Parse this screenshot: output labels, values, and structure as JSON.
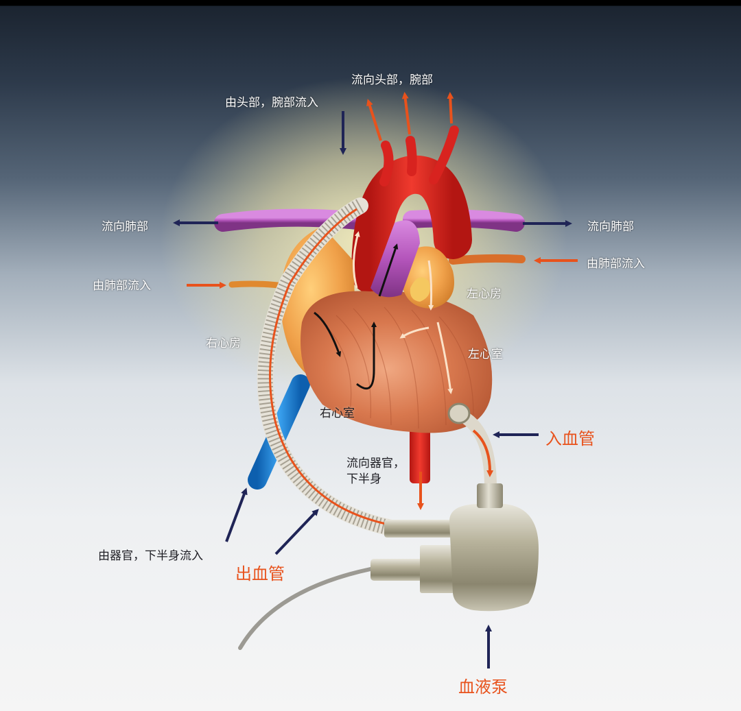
{
  "labels": {
    "to_head_arms": "流向头部，腕部",
    "from_head_arms": "由头部，腕部流入",
    "to_lungs_left": "流向肺部",
    "to_lungs_right": "流向肺部",
    "from_lungs_left": "由肺部流入",
    "from_lungs_right": "由肺部流入",
    "left_atrium": "左心房",
    "left_ventricle": "左心室",
    "right_atrium": "右心房",
    "right_ventricle": "右心室",
    "inflow_cannula": "入血管",
    "to_organs_lower_body": "流向器官，\n下半身",
    "from_organs_lower_body": "由器官，下半身流入",
    "outflow_cannula": "出血管",
    "blood_pump": "血液泵"
  },
  "colors": {
    "label_white": "#ffffff",
    "label_dark": "#1e1e24",
    "accent_orange": "#e8521c",
    "arrow_navy": "#1f2456",
    "aorta_red": "#d8231f",
    "vein_blue": "#1f7fd0",
    "pulmonary_purple": "#b04fb6",
    "pump_metal": "#a9a48e"
  }
}
